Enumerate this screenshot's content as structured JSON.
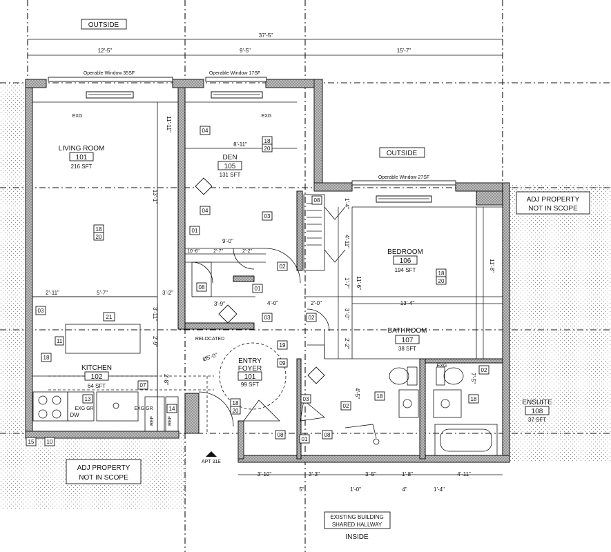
{
  "labels": {
    "outside_top": "OUTSIDE",
    "outside_right": "OUTSIDE",
    "adj_right_1": "ADJ PROPERTY",
    "adj_right_2": "NOT IN SCOPE",
    "adj_left_1": "ADJ PROPERTY",
    "adj_left_2": "NOT IN SCOPE",
    "hallway_1": "EXISTING BUILDING",
    "hallway_2": "SHARED HALLWAY",
    "inside": "INSIDE",
    "apt": "APT 31E",
    "relocated": "RELOCATED"
  },
  "dimensions": {
    "overall": "37'-5\"",
    "seg1": "12'-5\"",
    "seg2": "9'-5\"",
    "seg3": "15'-7\"",
    "bottom": [
      "3'-10\"",
      "3'-3\"",
      "3'-5\"",
      "1'-8\"",
      "4'-11\""
    ],
    "bottom_sub": [
      "5\"",
      "1'-0\"",
      "4\"",
      "1'-4\""
    ],
    "interior": {
      "den_w": "8'-11\"",
      "den_9": "9'-0\"",
      "d106": "10'-6\"",
      "d27": "2'-7\"",
      "d22": "2'-2\"",
      "d211": "2'-11\"",
      "d57": "5'-7\"",
      "d32": "3'-2\"",
      "d39": "3'-9\"",
      "d40": "4'-0\"",
      "d20": "2'-0\"",
      "d134": "13'-4\"",
      "v13": "13'-1\"",
      "v311": "3'-11\"",
      "v29": "2'-9\"",
      "v28": "2'-8\"",
      "v14": "1'-4\"",
      "v411": "4'-11\"",
      "v17": "1'-7\"",
      "v116": "11'-6\"",
      "v118": "11'-8\"",
      "v30": "3'-0\"",
      "v22": "2'-2\"",
      "v45": "4'-5\"",
      "v75": "7'-5\"",
      "d11": "11'-11\"",
      "d50": "Ø5'-0\""
    }
  },
  "windows": {
    "living": "Operable Window 35SF",
    "den": "Operable Window 17SF",
    "bedroom": "Operable Window 27SF"
  },
  "rooms": [
    {
      "name": "LIVING ROOM",
      "name2": "",
      "number": "101",
      "area": "216 SFT"
    },
    {
      "name": "DEN",
      "name2": "",
      "number": "105",
      "area": "131 SFT"
    },
    {
      "name": "BEDROOM",
      "name2": "",
      "number": "106",
      "area": "194 SFT"
    },
    {
      "name": "BATHROOM",
      "name2": "",
      "number": "107",
      "area": "38 SFT"
    },
    {
      "name": "KITCHEN",
      "name2": "",
      "number": "102",
      "area": "64 SFT"
    },
    {
      "name": "ENTRY",
      "name2": "FOYER",
      "number": "101",
      "area": "99 SFT"
    },
    {
      "name": "ENSUITE",
      "name2": "",
      "number": "108",
      "area": "37 SFT"
    }
  ],
  "tags": {
    "t04a": "04",
    "t04b": "04",
    "t01a": "01",
    "t01b": "01",
    "t01c": "01",
    "t03a": "03",
    "t03b": "03",
    "t03c": "03",
    "t03d": "03",
    "t02a": "02",
    "t02b": "02",
    "t02c": "02",
    "t02d": "02",
    "t08a": "08",
    "t08b": "08",
    "t08c": "08",
    "t08d": "08",
    "t21": "21",
    "t11": "11",
    "t18": "18",
    "t18b": "18",
    "t18c": "18",
    "t07": "07",
    "t13": "13",
    "t14": "14",
    "t15": "15",
    "t10": "10",
    "t19": "19",
    "t09": "09",
    "t1820_a": "18",
    "t1820_b": "20"
  },
  "fixtures": {
    "exg": "EXG",
    "dw": "DW",
    "ref": "REF",
    "exg_gr": "EXG GR"
  }
}
